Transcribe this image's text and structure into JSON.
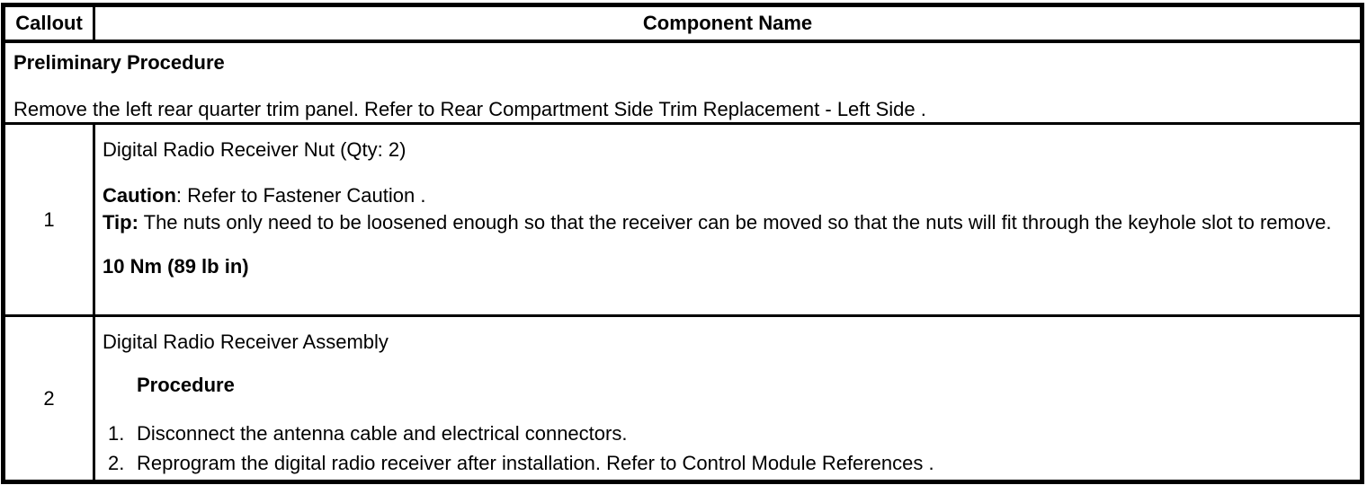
{
  "page": {
    "background_color": "#ffffff",
    "text_color": "#000000",
    "border_color": "#000000"
  },
  "table": {
    "header": {
      "callout_label": "Callout",
      "component_label": "Component Name"
    },
    "preliminary": {
      "title": "Preliminary Procedure",
      "text_before_link": "Remove the left rear quarter trim panel. Refer to ",
      "link": "Rear Compartment Side Trim Replacement - Left Side",
      "text_after_link": " ."
    },
    "rows": [
      {
        "callout": "1",
        "component_name": "Digital Radio Receiver Nut (Qty: 2)",
        "caution": {
          "label": "Caution",
          "text_before_link": ": Refer to ",
          "link": "Fastener Caution",
          "text_after_link": " ."
        },
        "tip": {
          "label": "Tip:",
          "text": " The nuts only need to be loosened enough so that the receiver can be moved so that the nuts will fit through the keyhole slot to remove."
        },
        "torque": "10 Nm (89 lb in)"
      },
      {
        "callout": "2",
        "component_name": "Digital Radio Receiver Assembly",
        "procedure_title": "Procedure",
        "steps": [
          {
            "num": "1.",
            "text": "Disconnect the antenna cable and electrical connectors."
          },
          {
            "num": "2.",
            "text_before_link": "Reprogram the digital radio receiver after installation. Refer to ",
            "link": "Control Module References",
            "text_after_link": " ."
          }
        ]
      }
    ]
  }
}
